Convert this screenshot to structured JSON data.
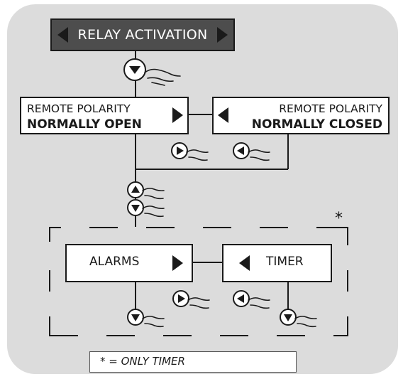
{
  "relay": {
    "label": "RELAY ACTIVATION"
  },
  "remote_open": {
    "line1": "REMOTE POLARITY",
    "line2": "NORMALLY OPEN"
  },
  "remote_closed": {
    "line1": "REMOTE POLARITY",
    "line2": "NORMALLY CLOSED"
  },
  "alarms": {
    "label": "ALARMS"
  },
  "timer": {
    "label": "TIMER"
  },
  "optional_marker": "*",
  "legend": {
    "star": "*",
    "text": "= ONLY TIMER"
  },
  "colors": {
    "panel": "#dcdcdc",
    "relay_box": "#4d4d4d",
    "ink": "#1a1a1a"
  },
  "icons": [
    "down-button-icon",
    "up-button-icon",
    "right-button-icon",
    "left-button-icon",
    "pointing-hand-icon"
  ]
}
